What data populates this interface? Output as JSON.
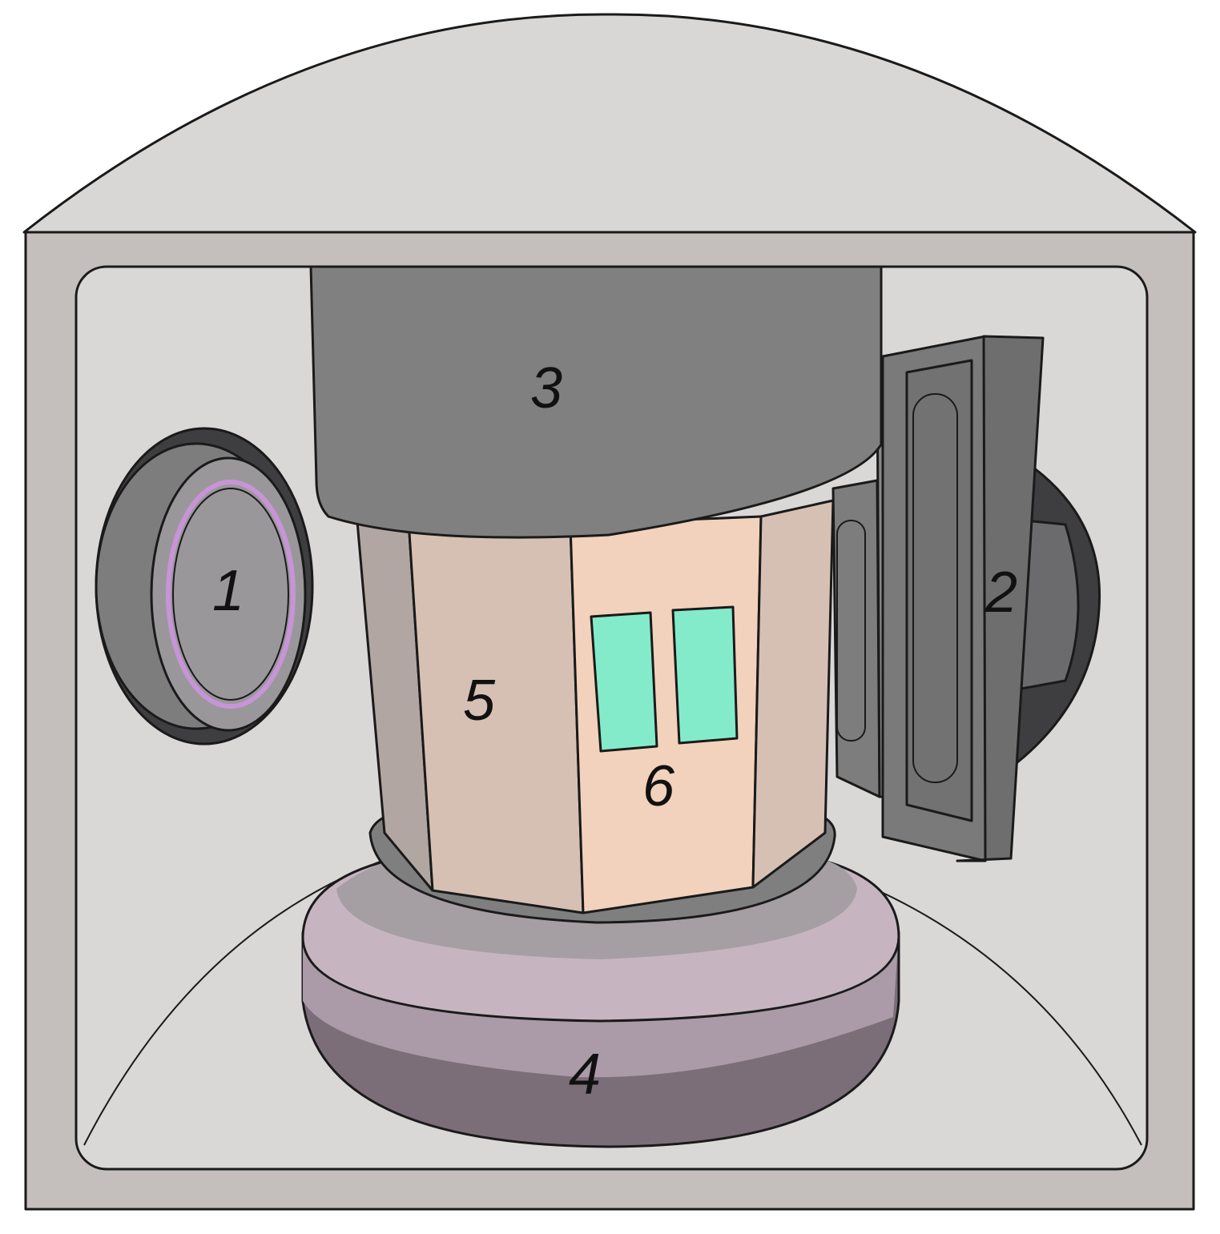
{
  "labels": {
    "part1": "1",
    "part2": "2",
    "part3": "3",
    "part4": "4",
    "part5": "5",
    "part6": "6"
  },
  "colors": {
    "housing": "#c4bfbc",
    "dome": "#d8d7d5",
    "chamber": "#d9d8d6",
    "column": "#808080",
    "stage": "#c6b5c1",
    "stage_side": "#ab9aa7",
    "stage_shadow": "#7b6e78",
    "holder_side": "#d6c0b4",
    "holder_front": "#f2d2bc",
    "holder_dark": "#b2a6a2",
    "sample": "#84ebca",
    "detector_ring": "#c894d8",
    "detector_face": "#9a979b",
    "panel": "#7a7a7a",
    "panel_dark": "#3e3d40"
  }
}
